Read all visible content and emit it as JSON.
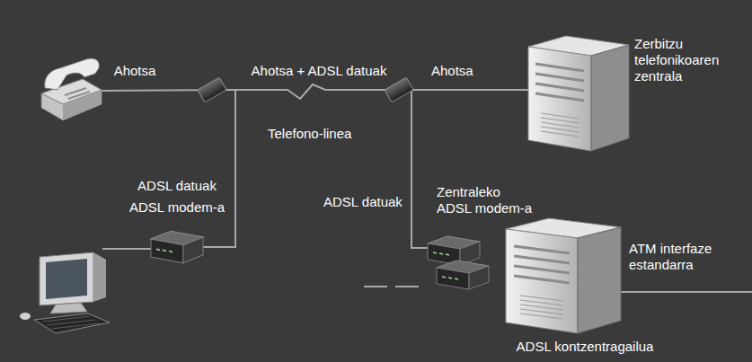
{
  "diagram": {
    "nodes": [
      {
        "text": [
          "Zerbitzu telefonikoaren zentrala"
        ]
      },
      {
        "text": [
          "ADSL modem-a"
        ]
      },
      {
        "text": [
          "Zentraleko ADSL modem-a"
        ]
      },
      {
        "text": [
          "ADSL kontzentragailua"
        ]
      }
    ],
    "edges": [
      {
        "from": 1,
        "to": 2,
        "arrow": "none"
      }
    ],
    "labels": [
      "Ahotsa",
      "Ahotsa + ADSL datuak",
      "Ahotsa",
      "Telefono-linea",
      "ADSL datuak",
      "ADSL datuak",
      "ATM interfaze estandarra"
    ]
  }
}
